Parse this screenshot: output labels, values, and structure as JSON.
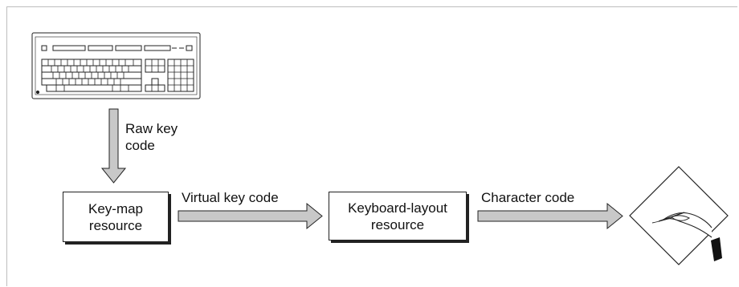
{
  "diagram": {
    "raw_label_line1": "Raw key",
    "raw_label_line2": "code",
    "keymap_line1": "Key-map",
    "keymap_line2": "resource",
    "virtual_label": "Virtual key code",
    "layout_line1": "Keyboard-layout",
    "layout_line2": "resource",
    "char_label": "Character code"
  },
  "colors": {
    "arrow_fill": "#c8c8c8",
    "outline": "#222222"
  },
  "icons": [
    "keyboard-icon",
    "hand-writing-icon"
  ]
}
